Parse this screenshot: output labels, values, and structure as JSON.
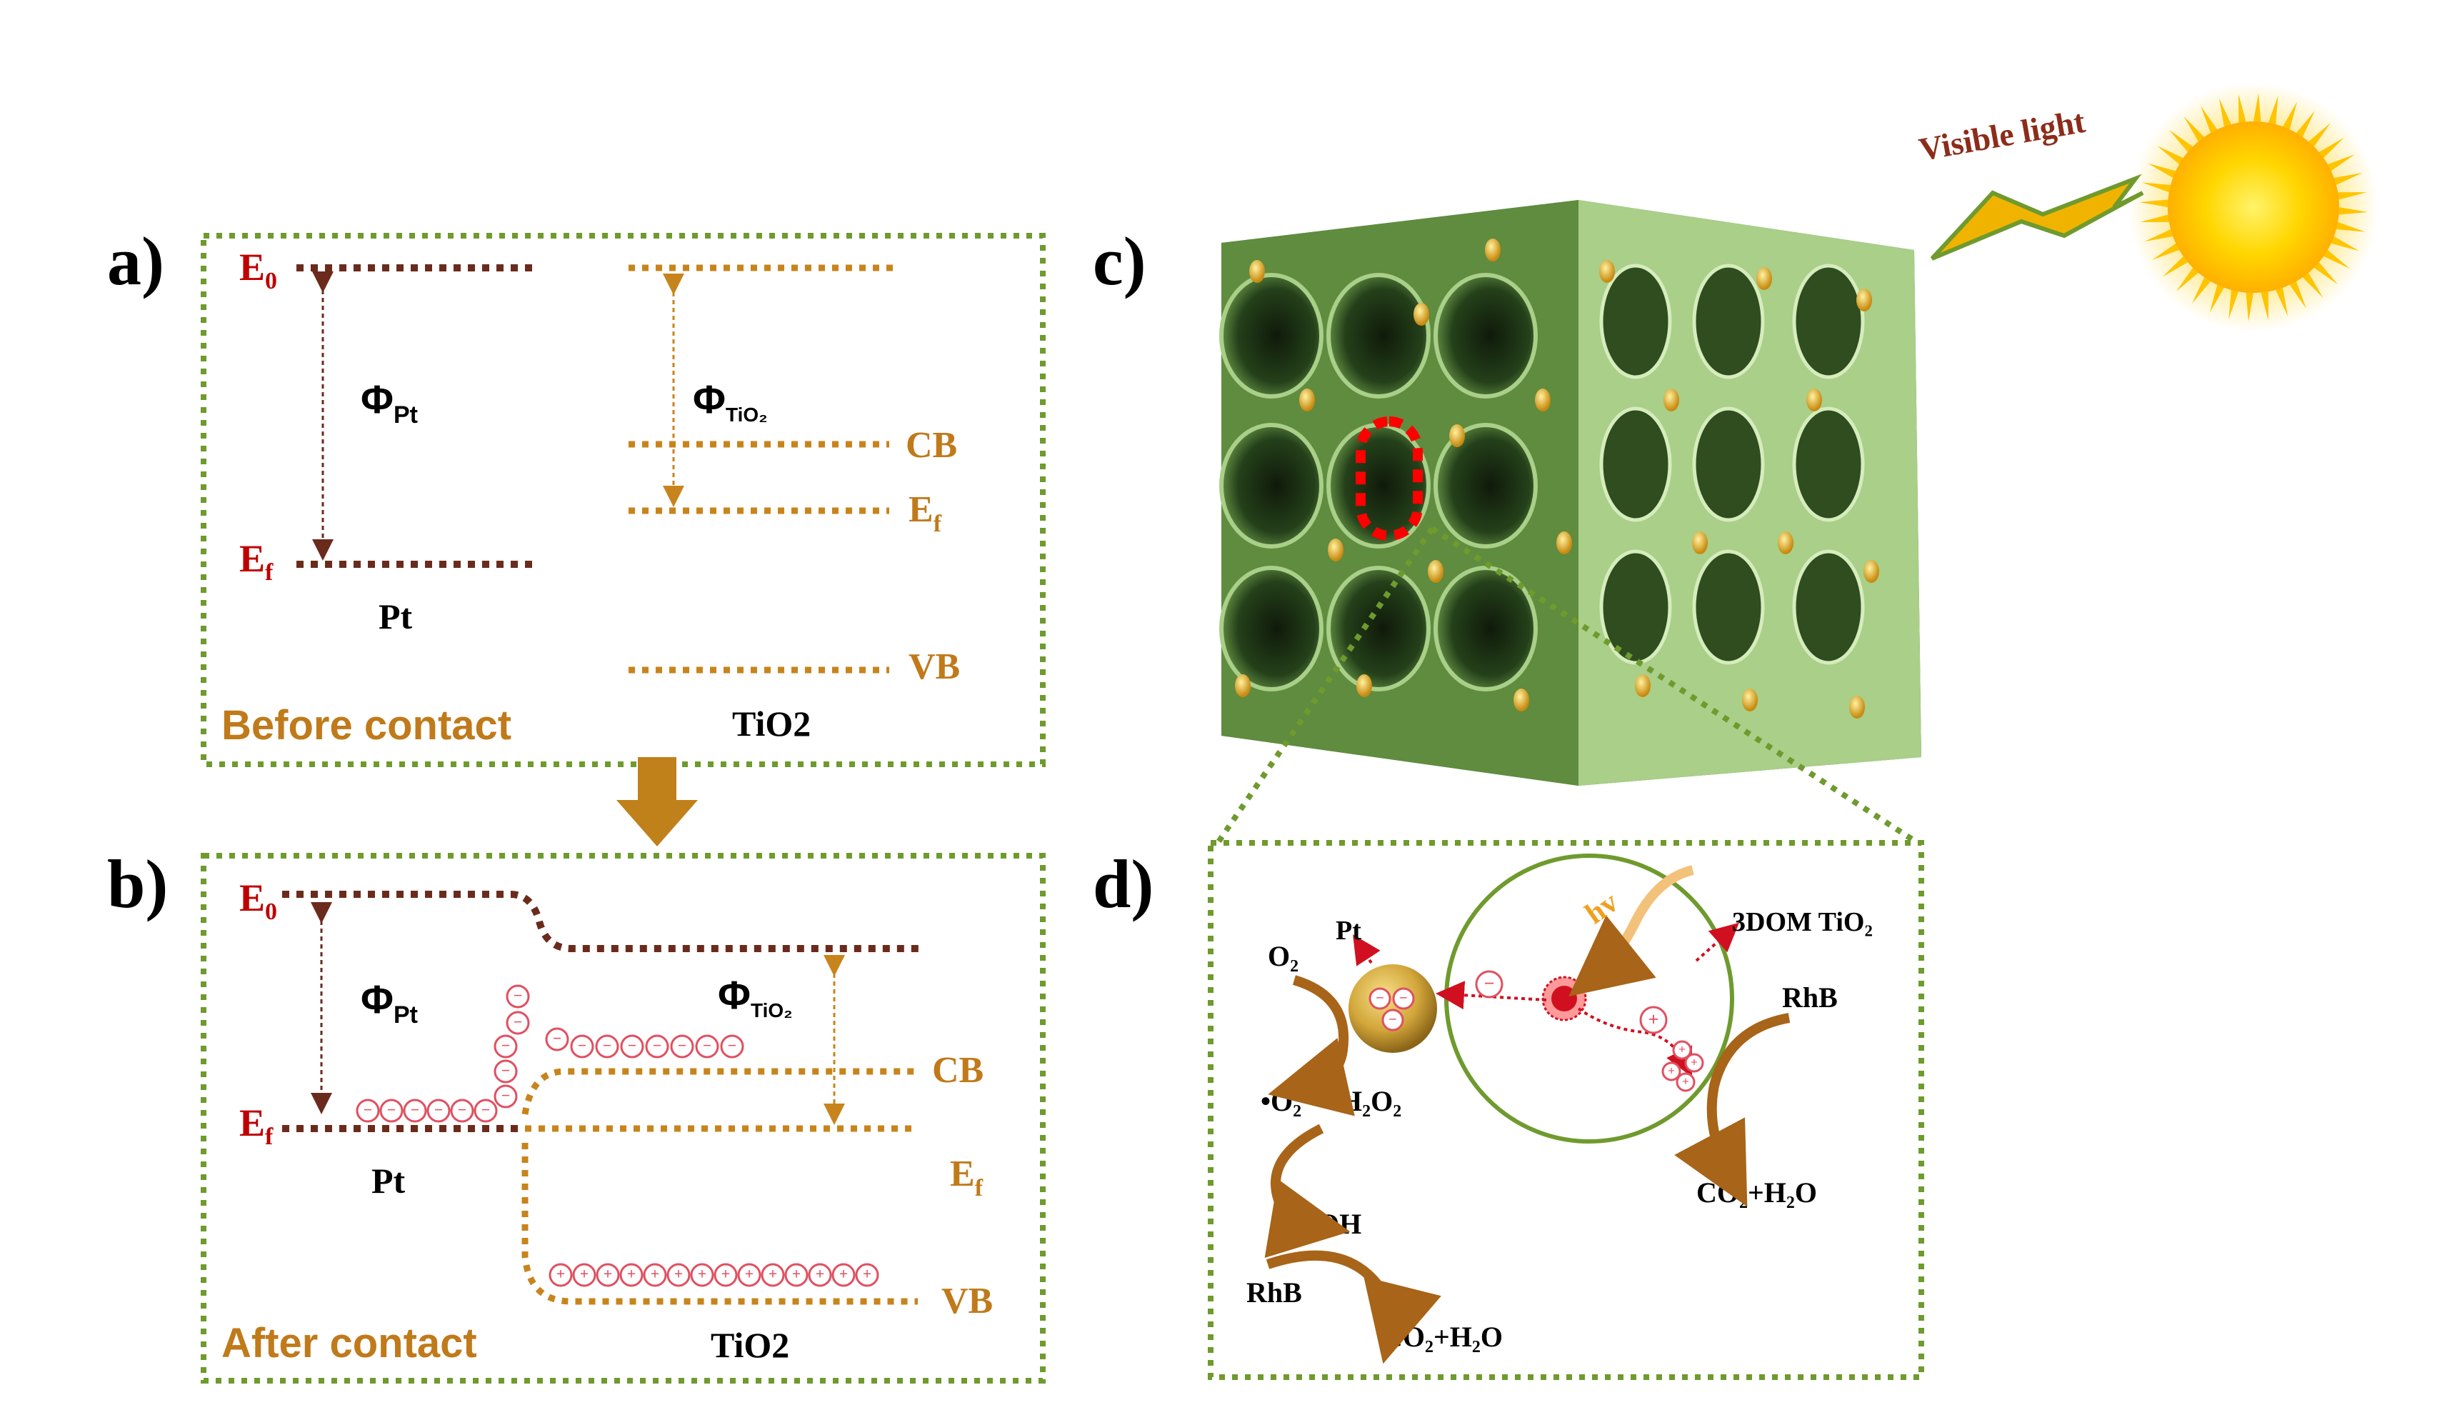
{
  "colors": {
    "frame": "#6f9a2e",
    "pt_level": "#6b2b1c",
    "tio2_level": "#c8841c",
    "red_label": "#c00000",
    "orange_label": "#c07a1a",
    "minus_circle": "#e05060",
    "arrow": "#c0801a",
    "scaffold": "#3f6a2a",
    "scaffold_light": "#b7d79a",
    "sun_core": "#ffd800",
    "sun_glow": "#ffe15a",
    "bolt": "#f0b400",
    "light_text": "#8b2d1a"
  },
  "panel_a": {
    "letter": "a)",
    "e0": "E",
    "e0_sub": "0",
    "ef": "E",
    "ef_sub": "f",
    "phi_pt": "Φ",
    "phi_pt_sub": "Pt",
    "phi_tio2": "Φ",
    "phi_tio2_sub": "TiO₂",
    "cb": "CB",
    "ef_tio2": "E",
    "ef_tio2_sub": "f",
    "vb": "VB",
    "pt_label": "Pt",
    "tio2_label": "TiO2",
    "caption": "Before contact"
  },
  "panel_b": {
    "letter": "b)",
    "e0": "E",
    "e0_sub": "0",
    "ef": "E",
    "ef_sub": "f",
    "phi_pt": "Φ",
    "phi_pt_sub": "Pt",
    "phi_tio2": "Φ",
    "phi_tio2_sub": "TiO₂",
    "cb": "CB",
    "ef_tio2": "E",
    "ef_tio2_sub": "f",
    "vb": "VB",
    "pt_label": "Pt",
    "tio2_label": "TiO2",
    "caption": "After contact",
    "minus": "−",
    "plus": "+"
  },
  "panel_c": {
    "letter": "c)",
    "visible_light": "Visible light"
  },
  "panel_d": {
    "letter": "d)",
    "pt": "Pt",
    "o2": "O₂",
    "hv": "hv",
    "tio2_3dom": "3DOM TiO₂",
    "rhb_right": "RhB",
    "superoxide": "•O₂⁻+ H₂O₂",
    "oh": "•OH",
    "rhb_left": "RhB",
    "co2_left": "CO₂+H₂O",
    "co2_right": "CO₂+H₂O",
    "minus": "−",
    "plus": "+"
  }
}
